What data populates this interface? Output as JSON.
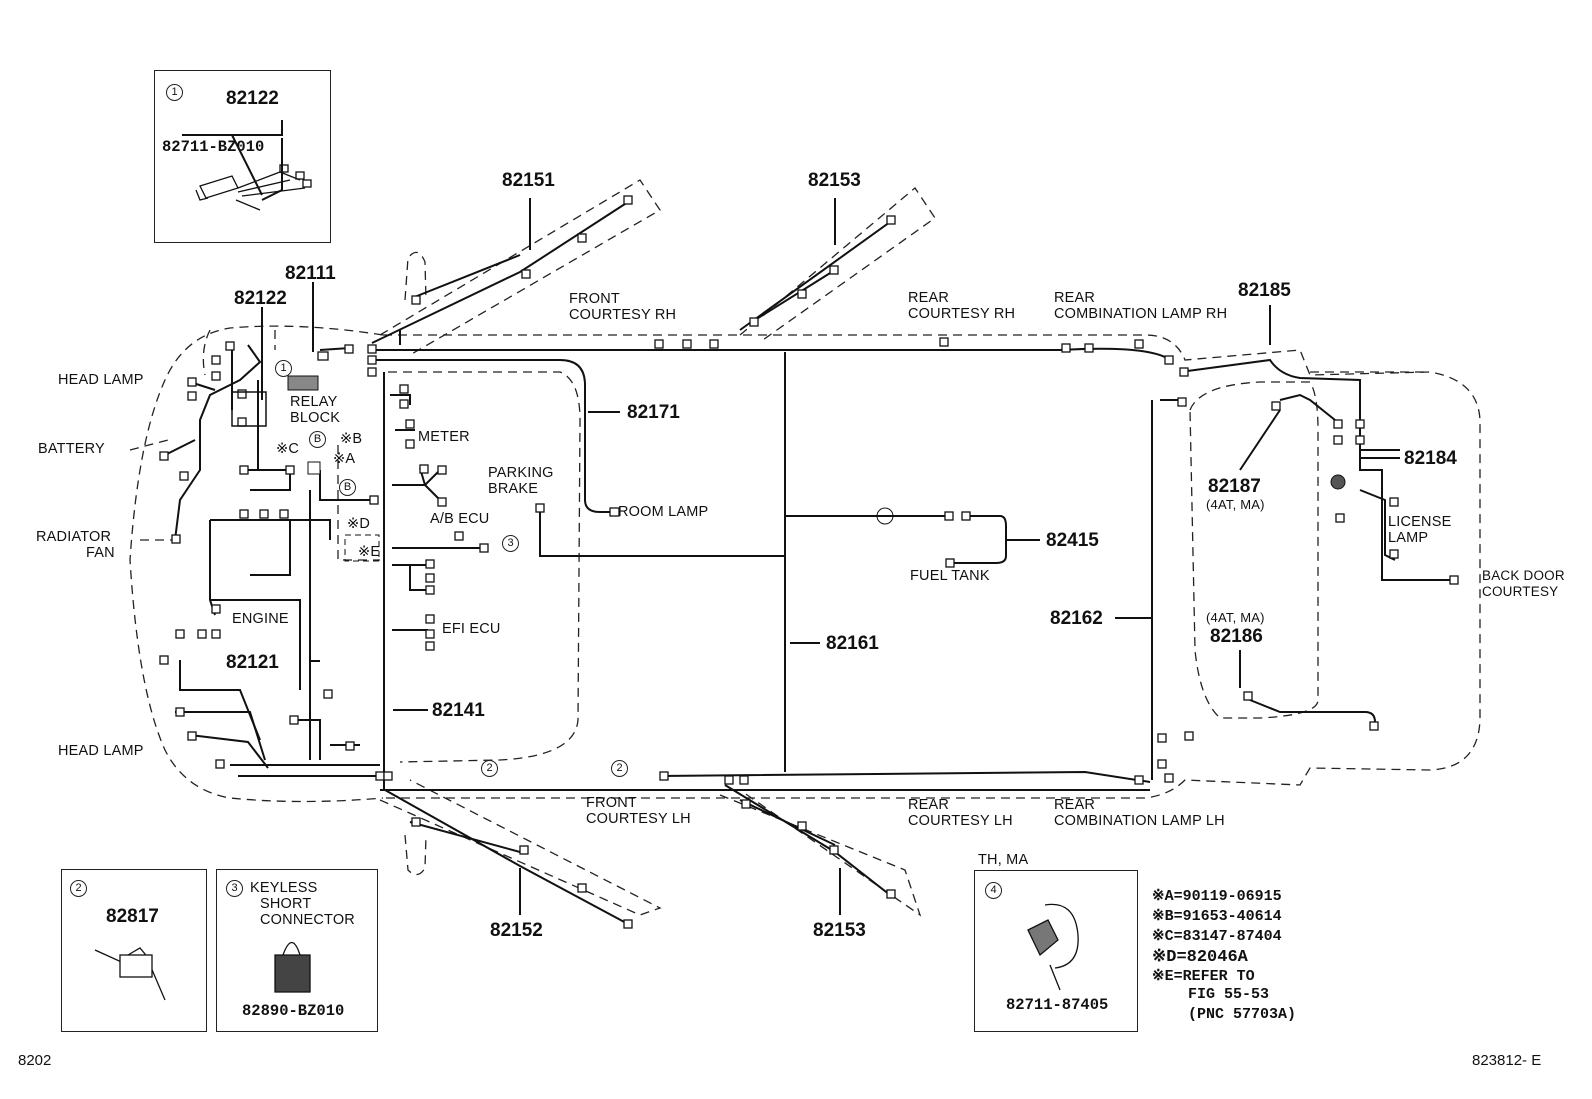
{
  "parts": {
    "p82111": "82111",
    "p82122": "82122",
    "p82151": "82151",
    "p82153_top": "82153",
    "p82185": "82185",
    "p82171": "82171",
    "p82184": "82184",
    "p82187": "82187",
    "p82415": "82415",
    "p82162": "82162",
    "p82161": "82161",
    "p82186": "82186",
    "p82121": "82121",
    "p82141": "82141",
    "p82152": "82152",
    "p82153_bot": "82153"
  },
  "labels": {
    "head_lamp_top": "HEAD LAMP",
    "battery": "BATTERY",
    "radiator": "RADIATOR",
    "fan": "FAN",
    "head_lamp_bot": "HEAD LAMP",
    "relay": "RELAY",
    "block": "BLOCK",
    "meter": "METER",
    "ab_ecu": "A/B ECU",
    "engine": "ENGINE",
    "efi_ecu": "EFI ECU",
    "parking": "PARKING",
    "brake": "BRAKE",
    "room_lamp": "ROOM LAMP",
    "front_rh_1": "FRONT",
    "front_rh_2": "COURTESY RH",
    "rear_rh_1": "REAR",
    "rear_rh_2": "COURTESY RH",
    "rear_comb_rh_1": "REAR",
    "rear_comb_rh_2": "COMBINATION LAMP RH",
    "fuel_tank": "FUEL TANK",
    "license_1": "LICENSE",
    "license_2": "LAMP",
    "back_door_1": "BACK DOOR",
    "back_door_2": "COURTESY",
    "opt_187": "(4AT, MA)",
    "opt_186": "(4AT, MA)",
    "front_lh_1": "FRONT",
    "front_lh_2": "COURTESY LH",
    "rear_lh_1": "REAR",
    "rear_lh_2": "COURTESY LH",
    "rear_comb_lh_1": "REAR",
    "rear_comb_lh_2": "COMBINATION LAMP LH",
    "mark_c": "※C",
    "mark_b1": "※B",
    "mark_a": "※A",
    "mark_d": "※D",
    "mark_e": "※E",
    "circle_b": "B",
    "th_ma": "TH, MA"
  },
  "callouts": {
    "c1": "1",
    "c2": "2",
    "c3": "3",
    "c4": "4"
  },
  "insets": {
    "inset1_main": "82122",
    "inset1_sub": "82711-BZ010",
    "inset2_part": "82817",
    "inset3_title_1": "KEYLESS",
    "inset3_title_2": "SHORT",
    "inset3_title_3": "CONNECTOR",
    "inset3_part": "82890-BZ010",
    "inset4_part": "82711-87405"
  },
  "notes": [
    "※A=90119-06915",
    "※B=91653-40614",
    "※C=83147-87404",
    "※D=82046A",
    "※E=REFER TO",
    "FIG 55-53",
    "(PNC 57703A)"
  ],
  "footer": {
    "left": "8202",
    "right": "823812- E"
  }
}
